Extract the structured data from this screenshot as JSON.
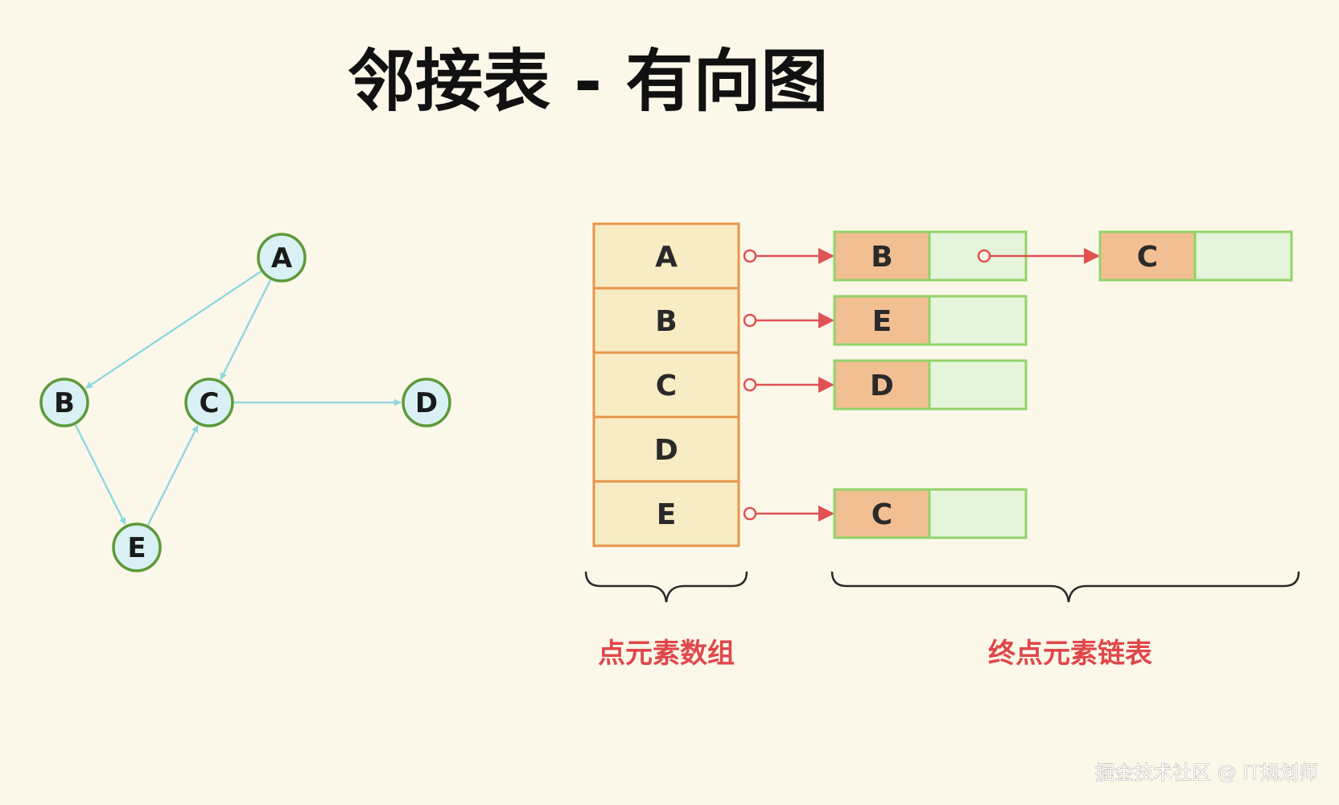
{
  "title": "邻接表 - 有向图",
  "graph": {
    "nodes": [
      {
        "id": "A",
        "label": "A"
      },
      {
        "id": "B",
        "label": "B"
      },
      {
        "id": "C",
        "label": "C"
      },
      {
        "id": "D",
        "label": "D"
      },
      {
        "id": "E",
        "label": "E"
      }
    ],
    "edges": [
      {
        "from": "A",
        "to": "B"
      },
      {
        "from": "A",
        "to": "C"
      },
      {
        "from": "C",
        "to": "D"
      },
      {
        "from": "B",
        "to": "E"
      },
      {
        "from": "E",
        "to": "C"
      }
    ]
  },
  "adjacency": {
    "vertices": [
      "A",
      "B",
      "C",
      "D",
      "E"
    ],
    "lists": [
      [
        "B",
        "C"
      ],
      [
        "E"
      ],
      [
        "D"
      ],
      [],
      [
        "C"
      ]
    ]
  },
  "labels": {
    "vertex_array": "点元素数组",
    "linked_list": "终点元素链表"
  },
  "watermark": "掘金技术社区 @ IT规划师",
  "colors": {
    "background": "#fbf8ea",
    "node_fill": "#d9f1f4",
    "node_stroke": "#5d9a3a",
    "edge": "#93d8de",
    "array_fill": "#f8ecc4",
    "array_stroke": "#e8954a",
    "list_value_fill": "#f2bf93",
    "list_next_fill": "#e5f4da",
    "list_stroke": "#92d36a",
    "pointer": "#e05254",
    "label": "#e0474a"
  }
}
